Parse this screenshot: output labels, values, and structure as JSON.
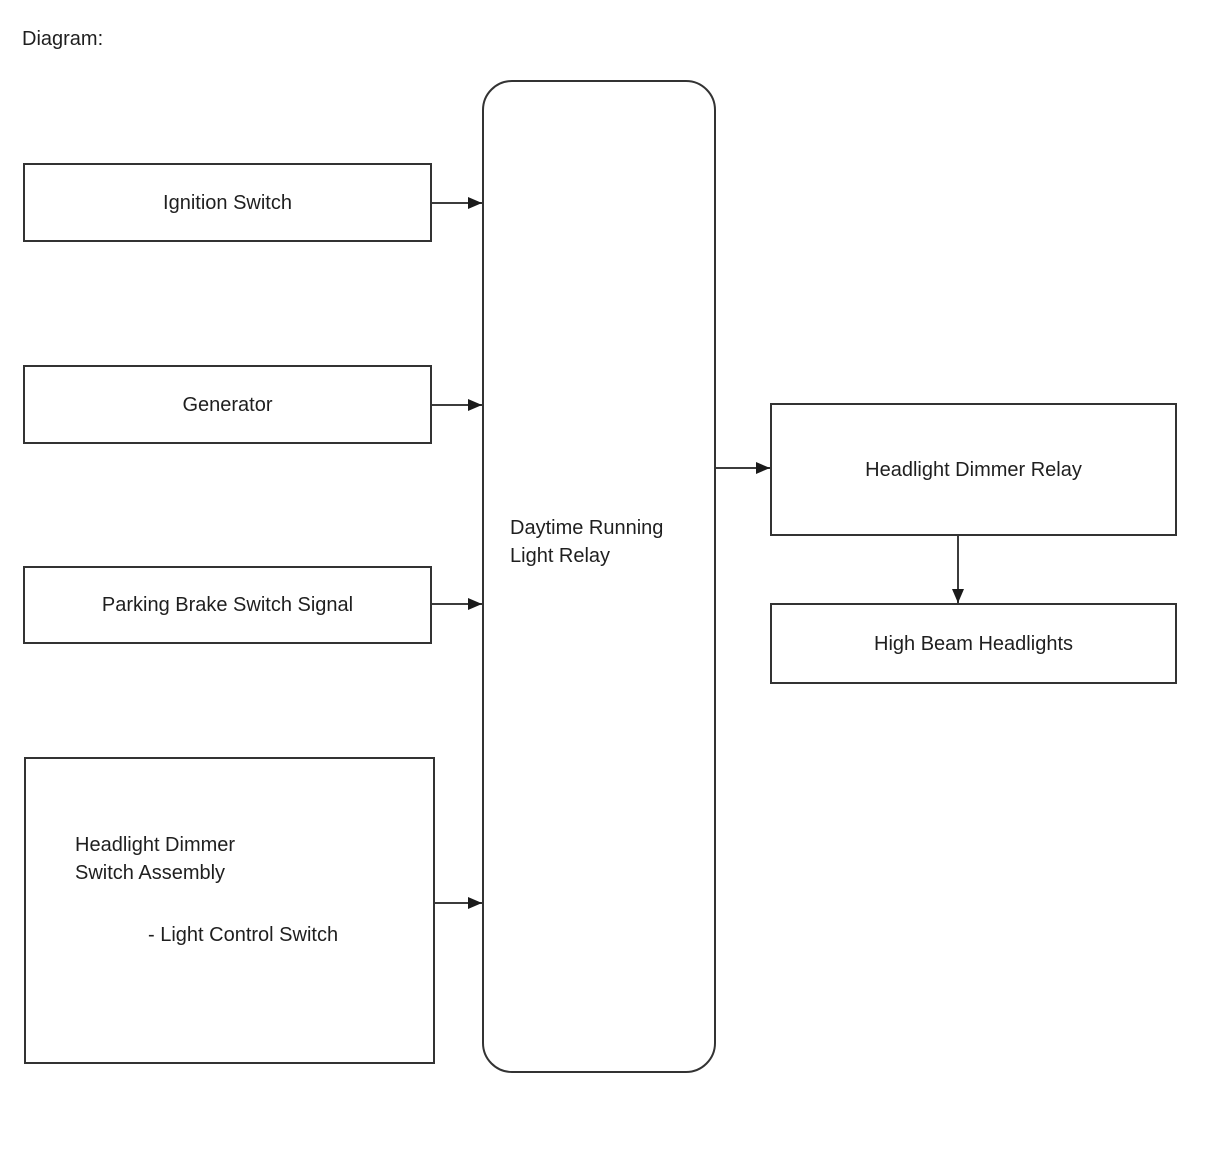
{
  "page": {
    "title": "Diagram:",
    "background_color": "#ffffff",
    "line_color": "#333333",
    "text_color": "#1f1f1f"
  },
  "diagram": {
    "center_node": {
      "label_line1": "Daytime Running",
      "label_line2": "Light Relay"
    },
    "input_nodes": [
      {
        "label": "Ignition Switch"
      },
      {
        "label": "Generator"
      },
      {
        "label": "Parking Brake Switch Signal"
      },
      {
        "label_line1": "Headlight Dimmer",
        "label_line2": "Switch Assembly",
        "sub_label": "- Light Control Switch"
      }
    ],
    "output_nodes": [
      {
        "label": "Headlight Dimmer Relay"
      },
      {
        "label": "High Beam Headlights"
      }
    ],
    "connections": [
      {
        "from": "Ignition Switch",
        "to": "Daytime Running Light Relay"
      },
      {
        "from": "Generator",
        "to": "Daytime Running Light Relay"
      },
      {
        "from": "Parking Brake Switch Signal",
        "to": "Daytime Running Light Relay"
      },
      {
        "from": "Headlight Dimmer Switch Assembly",
        "to": "Daytime Running Light Relay"
      },
      {
        "from": "Daytime Running Light Relay",
        "to": "Headlight Dimmer Relay"
      },
      {
        "from": "Headlight Dimmer Relay",
        "to": "High Beam Headlights"
      }
    ]
  }
}
